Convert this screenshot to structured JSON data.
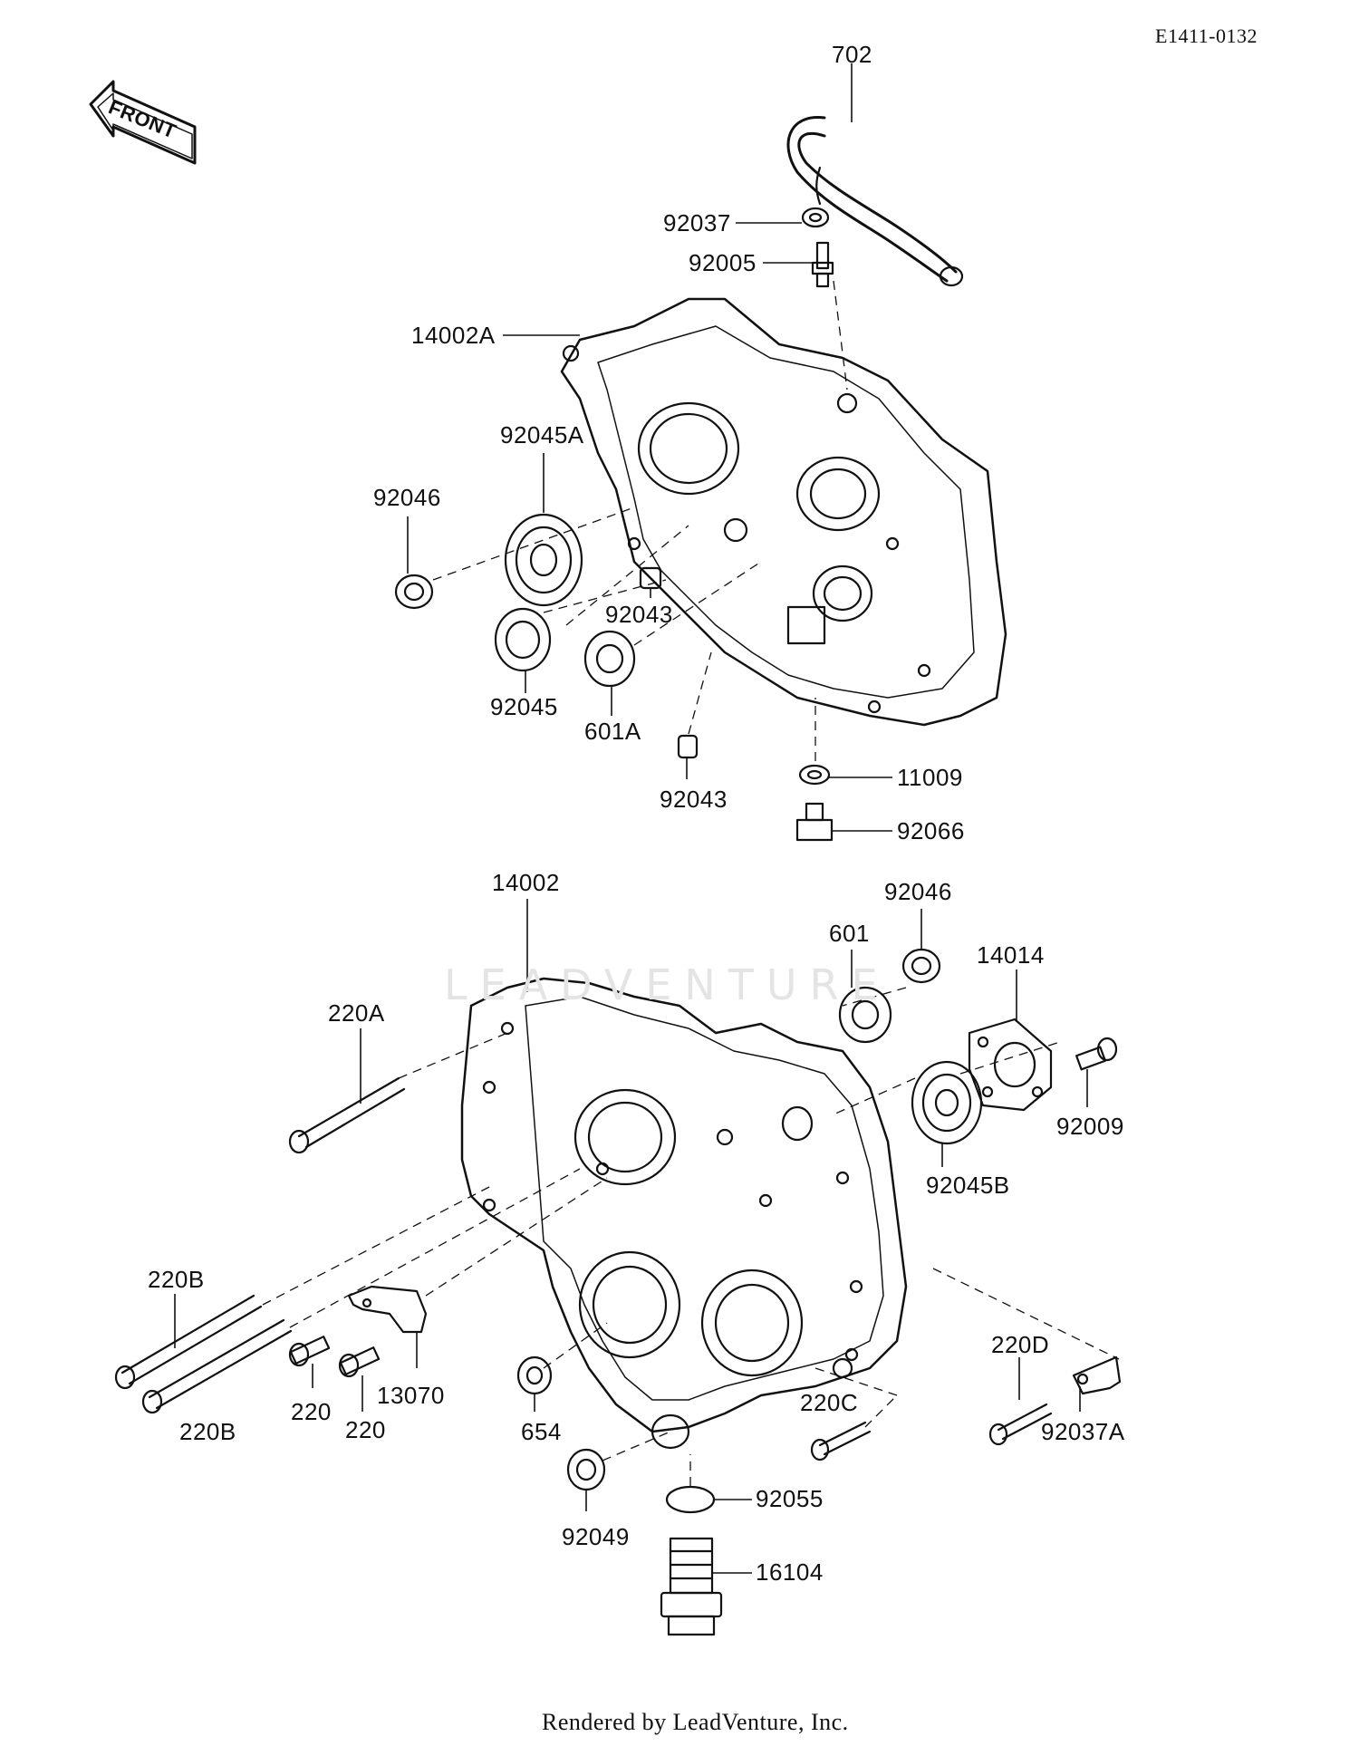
{
  "diagram_code": "E1411-0132",
  "front_arrow_text": "FRONT",
  "watermark_text": "LEADVENTURE",
  "footer": "Rendered by LeadVenture, Inc.",
  "labels": {
    "p702": "702",
    "p92037": "92037",
    "p92005": "92005",
    "p14002A": "14002A",
    "p92045A": "92045A",
    "p92046_top": "92046",
    "p92043_a": "92043",
    "p92045": "92045",
    "p601A": "601A",
    "p92043_b": "92043",
    "p11009": "11009",
    "p92066": "92066",
    "p14002": "14002",
    "p92046_bottom": "92046",
    "p601": "601",
    "p14014": "14014",
    "p220A": "220A",
    "p92009": "92009",
    "p92045B": "92045B",
    "p220B_a": "220B",
    "p220B_b": "220B",
    "p220_a": "220",
    "p220_b": "220",
    "p13070": "13070",
    "p654": "654",
    "p220C": "220C",
    "p220D": "220D",
    "p92037A": "92037A",
    "p92049": "92049",
    "p92055": "92055",
    "p16104": "16104"
  }
}
